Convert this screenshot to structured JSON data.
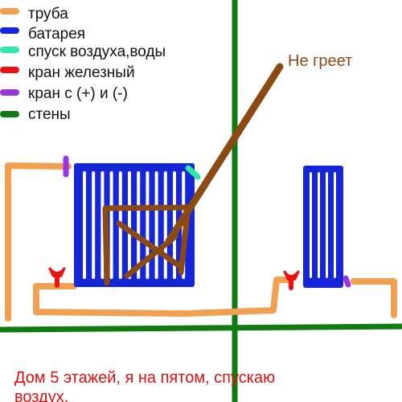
{
  "legend": {
    "items": [
      {
        "label": "труба",
        "color": "#f0a050",
        "icon": "pipe-swatch"
      },
      {
        "label": "батарея",
        "color": "#1525d8",
        "icon": "radiator-swatch"
      },
      {
        "label": "спуск воздуха,воды",
        "color": "#2ee8a8",
        "icon": "air-valve-swatch"
      },
      {
        "label": "кран железный",
        "color": "#ee1111",
        "icon": "iron-tap-swatch"
      },
      {
        "label": "кран с (+) и (-)",
        "color": "#9a35e0",
        "icon": "plus-minus-tap-swatch"
      },
      {
        "label": "стены",
        "color": "#127a12",
        "icon": "wall-swatch"
      }
    ]
  },
  "annotation": {
    "label": "Не греет",
    "color": "#8b4a12"
  },
  "caption": {
    "line1": "Дом 5 этажей, я на пятом, спускаю",
    "line2": "воздух.",
    "color": "#dd1111"
  },
  "colors": {
    "pipe": "#f0a050",
    "radiator": "#1525d8",
    "radiator_gap": "#ffffff",
    "air_valve": "#2ee8a8",
    "iron_tap": "#ee1111",
    "plus_minus_tap": "#9a35e0",
    "wall": "#127a12",
    "not_heating_mark": "#8b4a12"
  }
}
